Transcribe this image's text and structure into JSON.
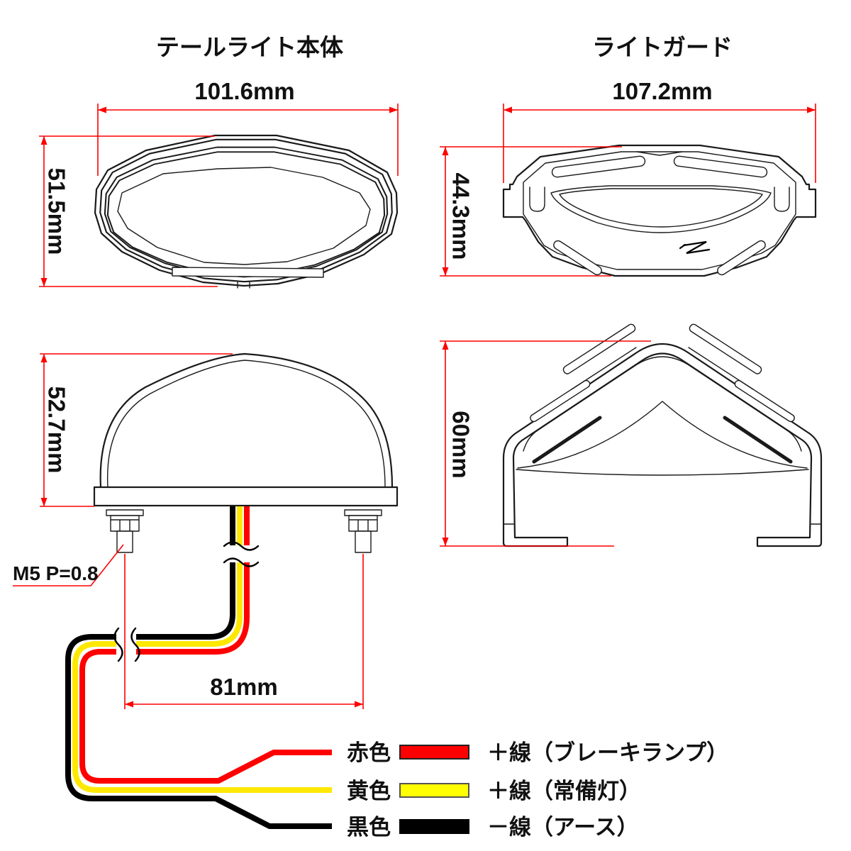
{
  "tail_light": {
    "title": "テールライト本体",
    "front": {
      "width": "101.6mm",
      "height": "51.5mm"
    },
    "side": {
      "height": "52.7mm",
      "bolt_spacing": "81mm",
      "bolt_thread": "M5 P=0.8"
    }
  },
  "light_guard": {
    "title": "ライトガード",
    "front": {
      "width": "107.2mm",
      "height": "44.3mm"
    },
    "side": {
      "height": "60mm"
    }
  },
  "wiring": {
    "legend": [
      {
        "color_name": "赤色",
        "swatch": "#ff0000",
        "function": "＋線（ブレーキランプ）"
      },
      {
        "color_name": "黄色",
        "swatch": "#ffff00",
        "function": "＋線（常備灯）"
      },
      {
        "color_name": "黒色",
        "swatch": "#000000",
        "function": "－線（アース）"
      }
    ]
  },
  "colors": {
    "dimension": "#ff0000",
    "outline": "#1a1a1a",
    "wire_red": "#ff0000",
    "wire_yellow": "#ffe800",
    "wire_black": "#000000"
  }
}
